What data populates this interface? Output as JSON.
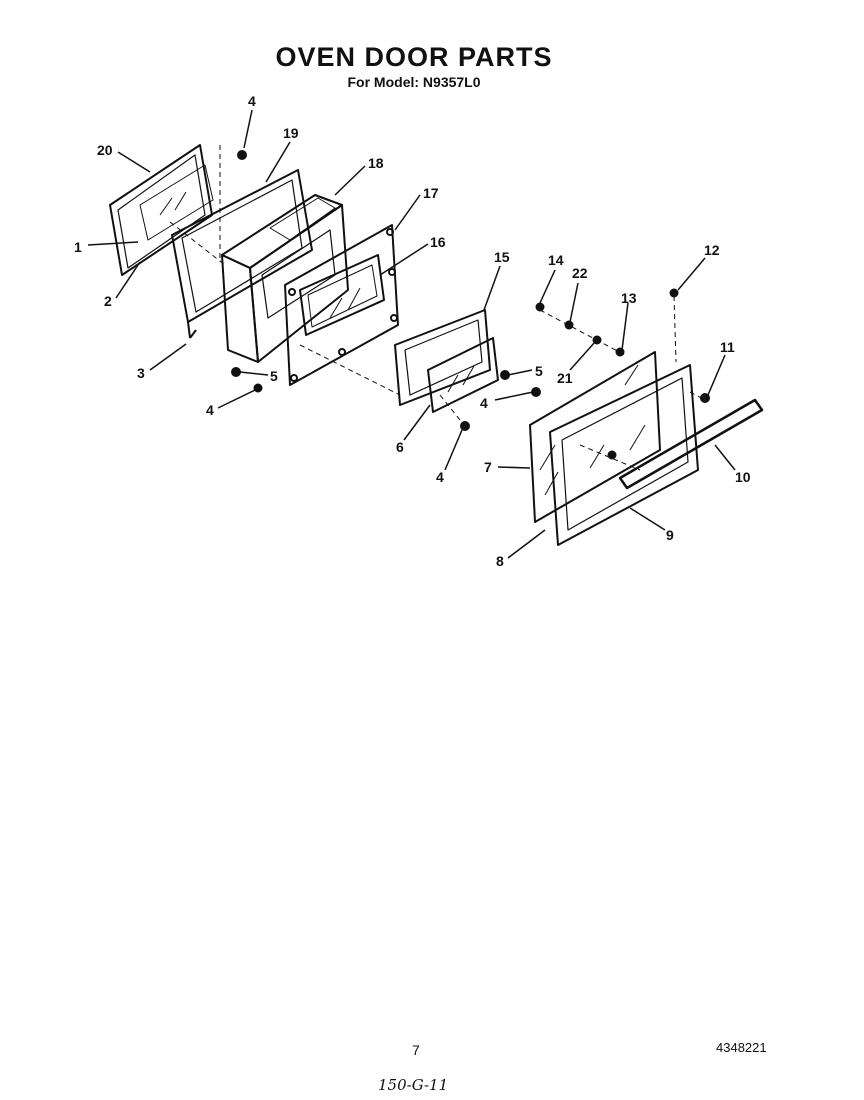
{
  "header": {
    "title": "OVEN DOOR PARTS",
    "subtitle": "For Model: N9357L0"
  },
  "callouts": [
    "20",
    "4",
    "19",
    "18",
    "17",
    "16",
    "1",
    "2",
    "3",
    "5",
    "4",
    "15",
    "14",
    "22",
    "12",
    "13",
    "21",
    "11",
    "5",
    "4",
    "6",
    "4",
    "7",
    "10",
    "9",
    "8"
  ],
  "footer": {
    "page_number": "7",
    "document_number": "4348221",
    "handwritten_note": "150-G-11"
  }
}
